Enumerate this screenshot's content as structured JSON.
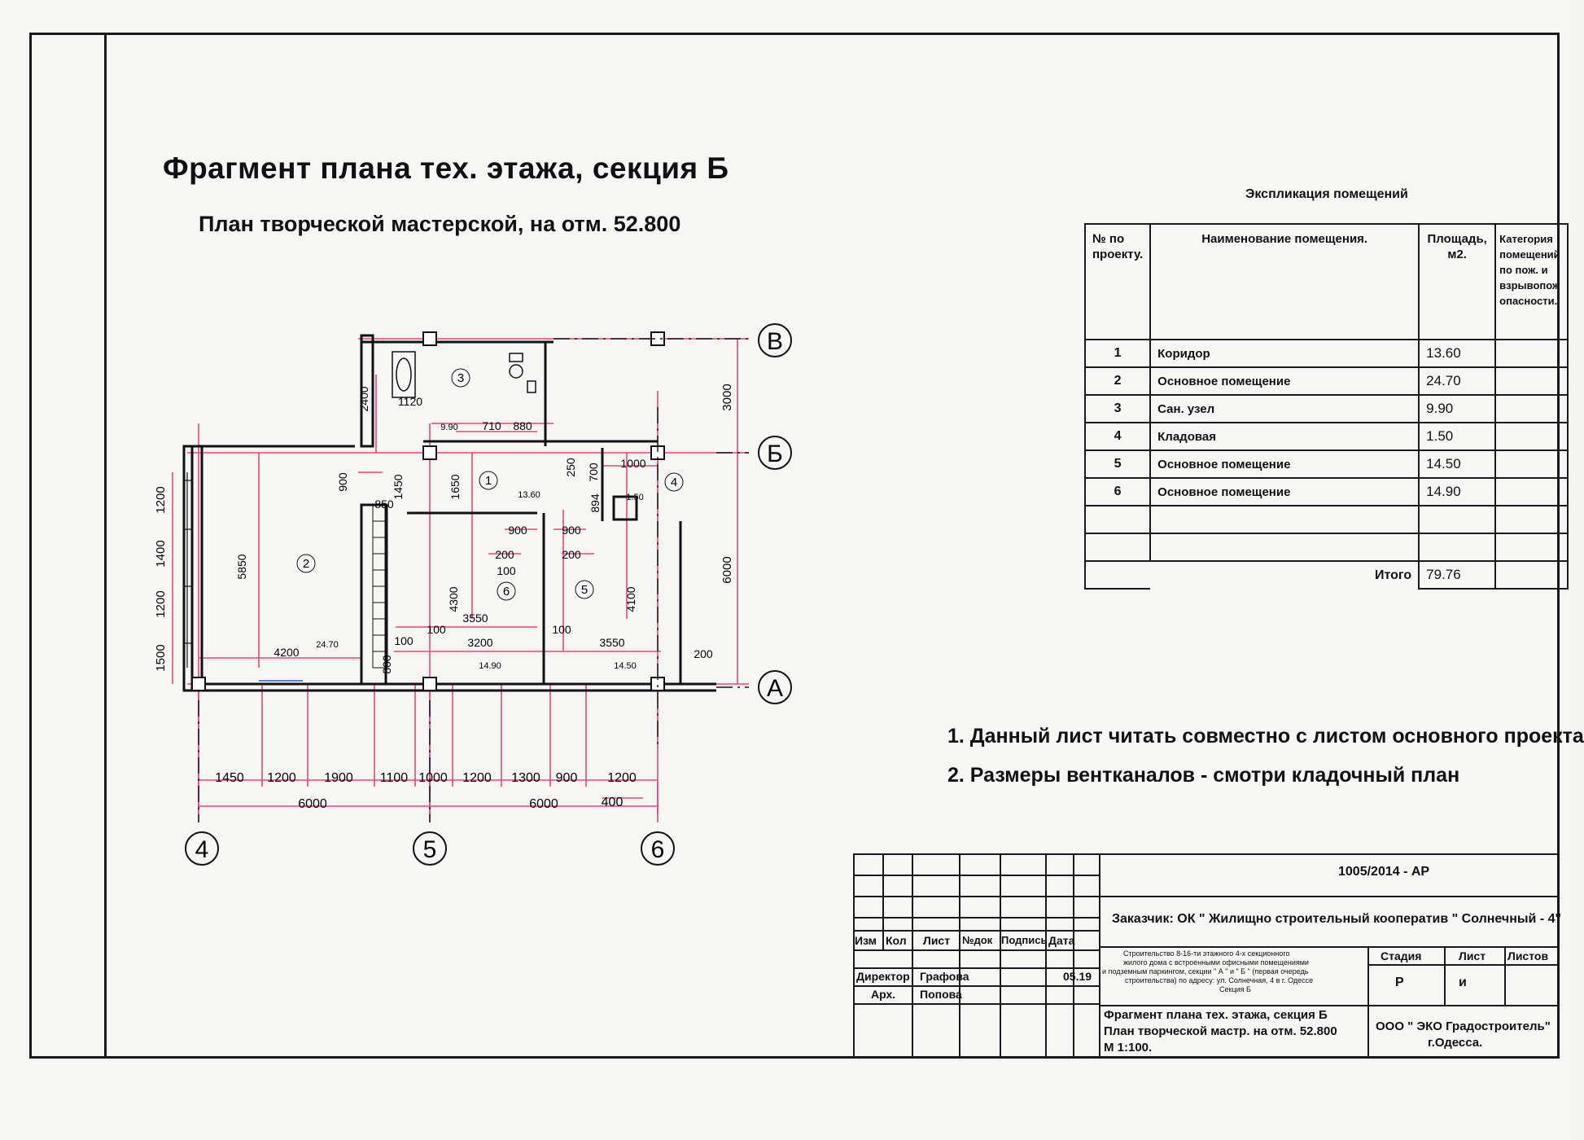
{
  "title": "Фрагмент плана тех. этажа, секция Б",
  "subtitle": "План творческой мастерской, на отм. 52.800",
  "plan": {
    "axes_letters": [
      "В",
      "Б",
      "А"
    ],
    "axes_numbers": [
      "4",
      "5",
      "6"
    ],
    "room_numbers": [
      "1",
      "2",
      "3",
      "4",
      "5",
      "6"
    ],
    "room_areas": [
      "13.60",
      "24.70",
      "14.90",
      "14.50",
      "1.50"
    ],
    "dims_bottom_row1": [
      "1450",
      "1200",
      "1900",
      "1100",
      "1000",
      "1200",
      "1300",
      "900",
      "1200"
    ],
    "dims_bottom_row2": [
      "6000",
      "6000",
      "400"
    ],
    "dims_left": [
      "1200",
      "1400",
      "1200",
      "1500"
    ],
    "dims_right": [
      "3000",
      "6000"
    ],
    "dims_inner": [
      "2400",
      "1120",
      "9.90",
      "710",
      "880",
      "900",
      "1450",
      "1650",
      "250",
      "700",
      "1000",
      "894",
      "850",
      "900",
      "900",
      "200",
      "200",
      "100",
      "5850",
      "4300",
      "4100",
      "3550",
      "3200",
      "3550",
      "100",
      "100",
      "100",
      "4200",
      "800",
      "200"
    ]
  },
  "explication": {
    "title": "Экспликация помещений",
    "headers": [
      "№ по проекту.",
      "Наименование помещения.",
      "Площадь, м2.",
      "Категория помещений по пож. и взрывопож опасности."
    ],
    "rows": [
      {
        "num": "1",
        "name": "Коридор",
        "area": "13.60"
      },
      {
        "num": "2",
        "name": "Основное помещение",
        "area": "24.70"
      },
      {
        "num": "3",
        "name": "Сан. узел",
        "area": "9.90"
      },
      {
        "num": "4",
        "name": "Кладовая",
        "area": "1.50"
      },
      {
        "num": "5",
        "name": "Основное помещение",
        "area": "14.50"
      },
      {
        "num": "6",
        "name": "Основное помещение",
        "area": "14.90"
      }
    ],
    "total_label": "Итого",
    "total_value": "79.76"
  },
  "notes": [
    "1. Данный лист читать совместно с листом основного проекта",
    "2. Размеры вентканалов - смотри кладочный план"
  ],
  "title_block": {
    "code": "1005/2014 - АР",
    "customer": "Заказчик:   ОК \" Жилищно строительный кооператив \" Солнечный - 4\"",
    "columns": [
      "Изм",
      "Кол",
      "Лист",
      "№док",
      "Подпись",
      "Дата"
    ],
    "people": [
      {
        "role": "Директор",
        "name": "Графова",
        "date": "05.19"
      },
      {
        "role": "Арх.",
        "name": "Попова",
        "date": ""
      }
    ],
    "project_desc": [
      "Строительство 8-16-ти этажного 4-х секционного",
      "жилого дома с встроенными офисными помещениями",
      "и подземным паркингом, секции \" А \" и \" Б \" (первая очередь",
      "строительства) по адресу: ул. Солнечная, 4 в г. Одессе",
      "Секция Б"
    ],
    "sheet_title": [
      "Фрагмент плана тех. этажа, секция Б",
      "План творческой мастр. на отм. 52.800",
      "М 1:100."
    ],
    "stage_label": "Стадия",
    "sheet_label": "Лист",
    "sheets_label": "Листов",
    "stage_value": "Р",
    "sheet_value": "и",
    "org": [
      "ООО \" ЭКО Градостроитель\"",
      "г.Одесса."
    ]
  }
}
